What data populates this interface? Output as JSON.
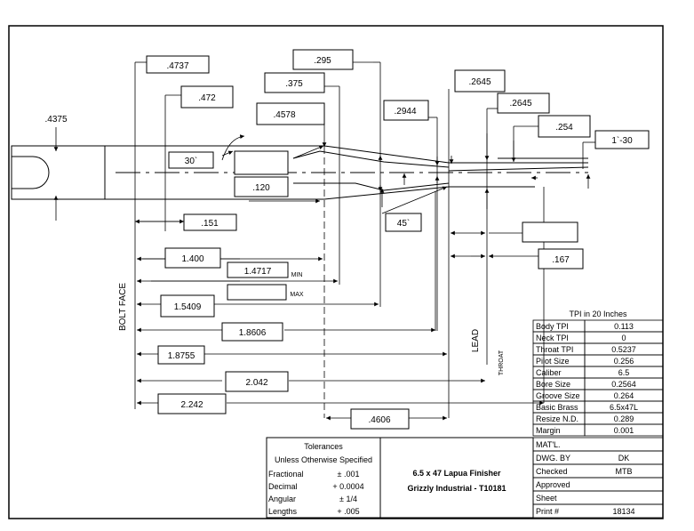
{
  "dimensions": {
    "d4737": ".4737",
    "d472": ".472",
    "d4375": ".4375",
    "d295": ".295",
    "d375": ".375",
    "d4578": ".4578",
    "d2944": ".2944",
    "d2645a": ".2645",
    "d2645b": ".2645",
    "d254": ".254",
    "taper": "1`-30",
    "angle30": "30`",
    "d120": ".120",
    "angle45": "45`",
    "d151": ".151",
    "d1400": "1.400",
    "d14717": "1.4717",
    "min": "MIN",
    "max": "MAX",
    "d15409": "1.5409",
    "d18606": "1.8606",
    "d18755": "1.8755",
    "d2042": "2.042",
    "d2242": "2.242",
    "d4606": ".4606",
    "d167": ".167",
    "bolt_face": "BOLT FACE",
    "lead": "LEAD",
    "throat": "THROAT"
  },
  "tpi_table": {
    "title": "TPI in 20 Inches",
    "rows": [
      {
        "label": "Body TPI",
        "value": "0.113"
      },
      {
        "label": "Neck TPI",
        "value": "0"
      },
      {
        "label": "Throat TPI",
        "value": "0.5237"
      },
      {
        "label": "Pilot Size",
        "value": "0.256"
      },
      {
        "label": "Caliber",
        "value": "6.5"
      },
      {
        "label": "Bore Size",
        "value": "0.2564"
      },
      {
        "label": "Groove Size",
        "value": "0.264"
      },
      {
        "label": "Basic Brass",
        "value": "6.5x47L"
      },
      {
        "label": "Resize N.D.",
        "value": "0.289"
      },
      {
        "label": "Margin",
        "value": "0.001"
      }
    ]
  },
  "tolerances": {
    "title": "Tolerances",
    "subtitle": "Unless Otherwise Specified",
    "rows": [
      {
        "label": "Fractional",
        "value": "± .001"
      },
      {
        "label": "Decimal",
        "value": "+ 0.0004"
      },
      {
        "label": "Angular",
        "value": "± 1/4"
      },
      {
        "label": "Lengths",
        "value": "+ .005"
      }
    ]
  },
  "title_block": {
    "name": "6.5 x 47 Lapua Finisher",
    "company": "Grizzly Industrial - T10181"
  },
  "info_block": {
    "rows": [
      {
        "label": "MAT'L.",
        "value": ""
      },
      {
        "label": "DWG. BY",
        "value": "DK"
      },
      {
        "label": "Checked",
        "value": "MTB"
      },
      {
        "label": "Approved",
        "value": ""
      },
      {
        "label": "Sheet",
        "value": ""
      },
      {
        "label": "Print #",
        "value": "18134"
      }
    ]
  }
}
